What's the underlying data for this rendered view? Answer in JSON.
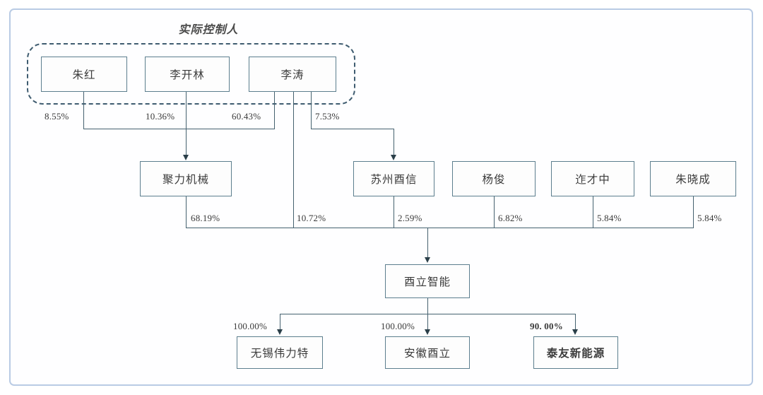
{
  "diagram": {
    "title_group_label": "实际控制人",
    "colors": {
      "frame_border": "#b9cbe4",
      "group_dash_border": "#3f5c70",
      "node_border": "#5c7e8e",
      "line": "#45616f",
      "text": "#3b3b3b"
    },
    "levels": {
      "controllers": [
        {
          "id": "zhu-hong",
          "label": "朱红"
        },
        {
          "id": "li-kailin",
          "label": "李开林"
        },
        {
          "id": "li-tao",
          "label": "李涛"
        }
      ],
      "shareholders": [
        {
          "id": "juli-jixie",
          "label": "聚力机械"
        },
        {
          "id": "suzhou-youxin",
          "label": "苏州酉信"
        },
        {
          "id": "yang-jun",
          "label": "杨俊"
        },
        {
          "id": "ze-caizhong",
          "label": "迮才中"
        },
        {
          "id": "zhu-xiaocheng",
          "label": "朱晓成"
        }
      ],
      "company": {
        "id": "youli-zhineng",
        "label": "酉立智能"
      },
      "subsidiaries": [
        {
          "id": "wuxi-weilite",
          "label": "无锡伟力特",
          "bold": false
        },
        {
          "id": "anhui-youli",
          "label": "安徽酉立",
          "bold": false
        },
        {
          "id": "taiyou-xinnengyuan",
          "label": "泰友新能源",
          "bold": true
        }
      ]
    },
    "edges": {
      "controller_to_juli": [
        {
          "from": "zhu-hong",
          "to": "juli-jixie",
          "percent": "8.55%"
        },
        {
          "from": "li-kailin",
          "to": "juli-jixie",
          "percent": "10.36%"
        },
        {
          "from": "li-tao",
          "to": "juli-jixie",
          "percent": "60.43%"
        }
      ],
      "controller_to_youxin": [
        {
          "from": "li-tao",
          "to": "suzhou-youxin",
          "percent": "7.53%"
        }
      ],
      "to_company": [
        {
          "from": "juli-jixie",
          "to": "youli-zhineng",
          "percent": "68.19%"
        },
        {
          "from": "li-tao",
          "to": "youli-zhineng",
          "percent": "10.72%"
        },
        {
          "from": "suzhou-youxin",
          "to": "youli-zhineng",
          "percent": "2.59%"
        },
        {
          "from": "yang-jun",
          "to": "youli-zhineng",
          "percent": "6.82%"
        },
        {
          "from": "ze-caizhong",
          "to": "youli-zhineng",
          "percent": "5.84%"
        },
        {
          "from": "zhu-xiaocheng",
          "to": "youli-zhineng",
          "percent": "5.84%"
        }
      ],
      "company_to_subsidiary": [
        {
          "from": "youli-zhineng",
          "to": "wuxi-weilite",
          "percent": "100.00%",
          "bold": false
        },
        {
          "from": "youli-zhineng",
          "to": "anhui-youli",
          "percent": "100.00%",
          "bold": false
        },
        {
          "from": "youli-zhineng",
          "to": "taiyou-xinnengyuan",
          "percent": "90. 00%",
          "bold": true
        }
      ]
    }
  }
}
